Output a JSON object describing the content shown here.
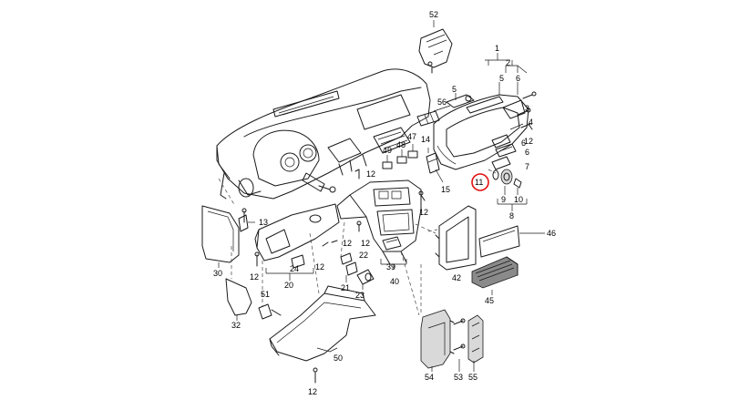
{
  "labels": {
    "l1": "1",
    "l2": "2",
    "l3": "3",
    "l4": "4",
    "l5": "5",
    "l6": "6",
    "l6b": "6",
    "l6c": "6",
    "l7": "7",
    "l8": "8",
    "l9": "9",
    "l10": "10",
    "l11": "11",
    "l12a": "12",
    "l12b": "12",
    "l12c": "12",
    "l12d": "12",
    "l12e": "12",
    "l12f": "12",
    "l12g": "12",
    "l12h": "12",
    "l13": "13",
    "l14": "14",
    "l15": "15",
    "l20": "20",
    "l21": "21",
    "l22": "22",
    "l23": "23",
    "l24": "24",
    "l30": "30",
    "l32": "32",
    "l39": "39",
    "l40": "40",
    "l42": "42",
    "l45": "45",
    "l46": "46",
    "l47": "47",
    "l48": "48",
    "l49": "49",
    "l50": "50",
    "l51": "51",
    "l52": "52",
    "l53": "53",
    "l54": "54",
    "l55": "55",
    "l56": "56"
  },
  "highlight": {
    "label": "l11",
    "color": "#e01010"
  }
}
